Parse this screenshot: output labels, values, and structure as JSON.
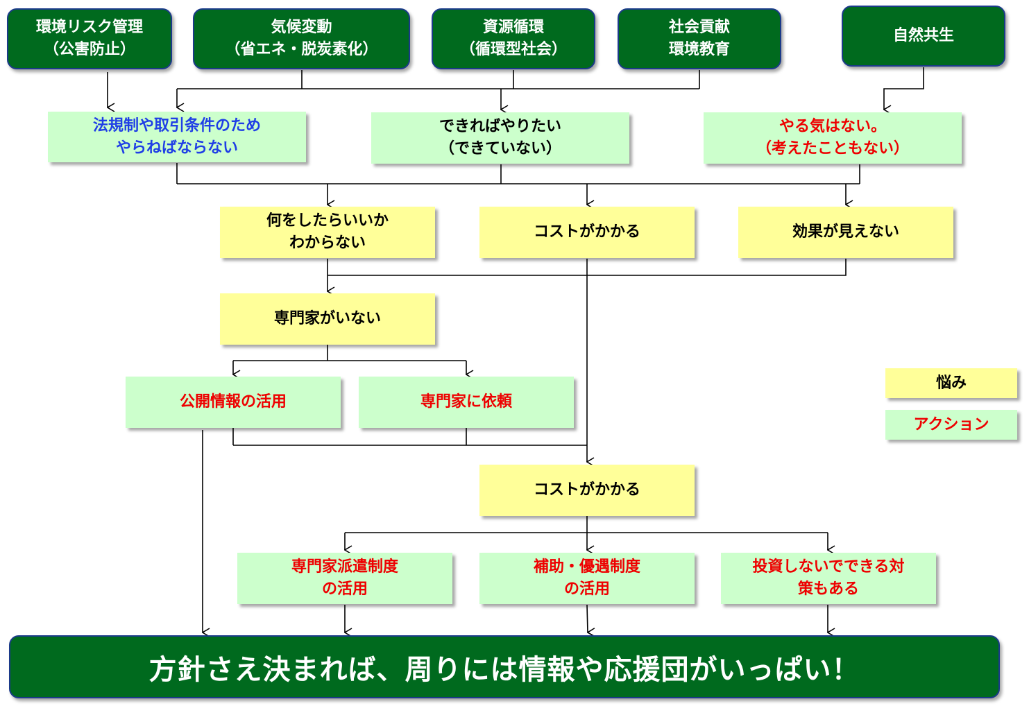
{
  "themes": [
    {
      "line1": "環境リスク管理",
      "line2": "（公害防止）"
    },
    {
      "line1": "気候変動",
      "line2": "（省エネ・脱炭素化）"
    },
    {
      "line1": "資源循環",
      "line2": "（循環型社会）"
    },
    {
      "line1": "社会貢献",
      "line2": "環境教育"
    },
    {
      "line1": "自然共生",
      "line2": ""
    }
  ],
  "attitudes": [
    {
      "line1": "法規制や取引条件のため",
      "line2": "やらねばならない"
    },
    {
      "line1": "できればやりたい",
      "line2": "（できていない）"
    },
    {
      "line1": "やる気はない。",
      "line2": "（考えたこともない）"
    }
  ],
  "concerns": [
    {
      "line1": "何をしたらいいか",
      "line2": "わからない"
    },
    {
      "line1": "コストがかかる",
      "line2": ""
    },
    {
      "line1": "効果が見えない",
      "line2": ""
    },
    {
      "line1": "専門家がいない",
      "line2": ""
    },
    {
      "line1": "コストがかかる",
      "line2": ""
    }
  ],
  "actions": [
    {
      "line1": "公開情報の活用",
      "line2": ""
    },
    {
      "line1": "専門家に依頼",
      "line2": ""
    },
    {
      "line1": "専門家派遣制度",
      "line2": "の活用"
    },
    {
      "line1": "補助・優遇制度",
      "line2": "の活用"
    },
    {
      "line1": "投資しないでできる対",
      "line2": "策もある"
    }
  ],
  "legend": {
    "concern_label": "悩み",
    "action_label": "アクション"
  },
  "conclusion": "方針さえ決まれば、周りには情報や応援団がいっぱい！",
  "colors": {
    "dark_green": "#006a1e",
    "mint": "#ccffcc",
    "pale_yellow": "#ffff99",
    "blue_text": "#1f3ee6",
    "red_text": "#ee0000",
    "border_blue": "#1b3a8a"
  }
}
